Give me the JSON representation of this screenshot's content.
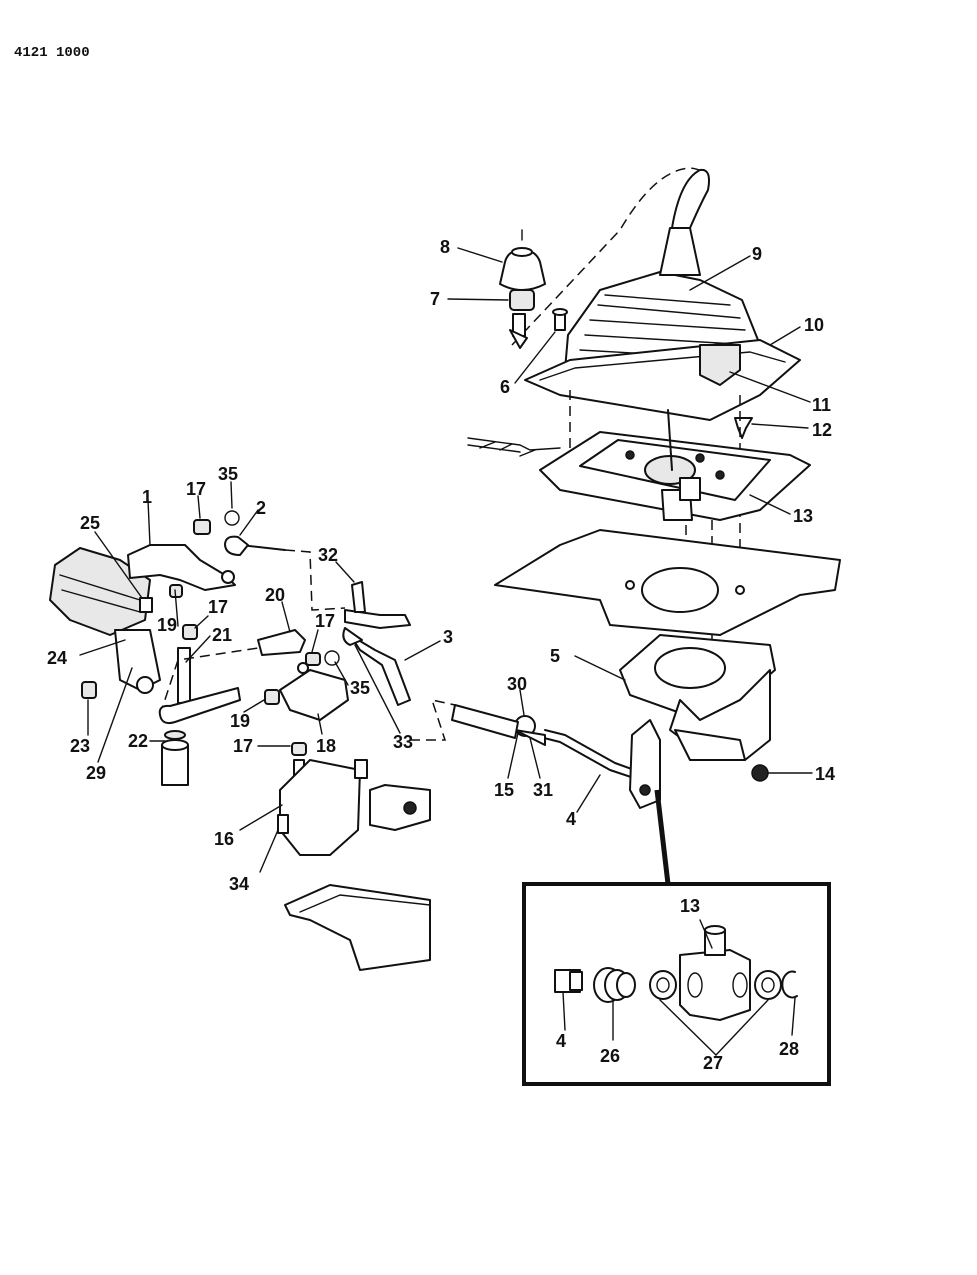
{
  "header": {
    "code": "4121 1000"
  },
  "callouts": [
    {
      "id": "c8",
      "text": "8"
    },
    {
      "id": "c7",
      "text": "7"
    },
    {
      "id": "c9",
      "text": "9"
    },
    {
      "id": "c10",
      "text": "10"
    },
    {
      "id": "c6",
      "text": "6"
    },
    {
      "id": "c11",
      "text": "11"
    },
    {
      "id": "c12",
      "text": "12"
    },
    {
      "id": "c13",
      "text": "13"
    },
    {
      "id": "c35a",
      "text": "35"
    },
    {
      "id": "c17a",
      "text": "17"
    },
    {
      "id": "c1",
      "text": "1"
    },
    {
      "id": "c2",
      "text": "2"
    },
    {
      "id": "c25",
      "text": "25"
    },
    {
      "id": "c32",
      "text": "32"
    },
    {
      "id": "c20",
      "text": "20"
    },
    {
      "id": "c17b",
      "text": "17"
    },
    {
      "id": "c17c",
      "text": "17"
    },
    {
      "id": "c19a",
      "text": "19"
    },
    {
      "id": "c21",
      "text": "21"
    },
    {
      "id": "c3",
      "text": "3"
    },
    {
      "id": "c24",
      "text": "24"
    },
    {
      "id": "c35b",
      "text": "35"
    },
    {
      "id": "c5",
      "text": "5"
    },
    {
      "id": "c19b",
      "text": "19"
    },
    {
      "id": "c30",
      "text": "30"
    },
    {
      "id": "c23",
      "text": "23"
    },
    {
      "id": "c22",
      "text": "22"
    },
    {
      "id": "c17d",
      "text": "17"
    },
    {
      "id": "c18",
      "text": "18"
    },
    {
      "id": "c33",
      "text": "33"
    },
    {
      "id": "c29",
      "text": "29"
    },
    {
      "id": "c14",
      "text": "14"
    },
    {
      "id": "c15",
      "text": "15"
    },
    {
      "id": "c31",
      "text": "31"
    },
    {
      "id": "c4",
      "text": "4"
    },
    {
      "id": "c16",
      "text": "16"
    },
    {
      "id": "c34",
      "text": "34"
    }
  ],
  "inset": {
    "callouts": [
      {
        "id": "i13",
        "text": "13"
      },
      {
        "id": "i4",
        "text": "4"
      },
      {
        "id": "i26",
        "text": "26"
      },
      {
        "id": "i27",
        "text": "27"
      },
      {
        "id": "i28",
        "text": "28"
      }
    ]
  }
}
